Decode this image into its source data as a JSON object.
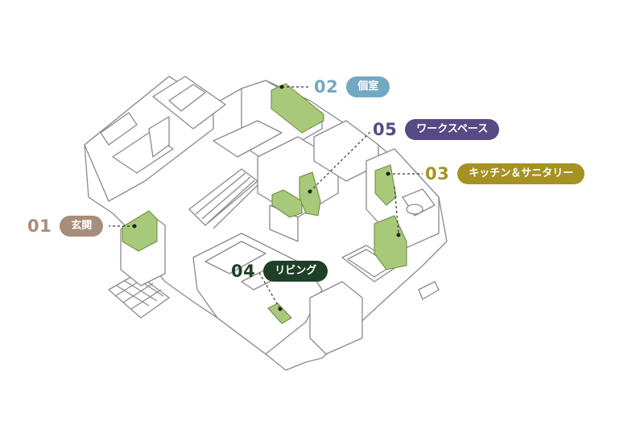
{
  "areas": [
    {
      "id": "01",
      "number": "01",
      "label": "玄関",
      "color": "#a88d7b",
      "icon": "entrance-area"
    },
    {
      "id": "02",
      "number": "02",
      "label": "個室",
      "color": "#72a9c2",
      "icon": "private-room-area"
    },
    {
      "id": "03",
      "number": "03",
      "label": "キッチン＆サニタリー",
      "color": "#a49323",
      "icon": "kitchen-sanitary-area"
    },
    {
      "id": "04",
      "number": "04",
      "label": "リビング",
      "color": "#1e4028",
      "icon": "living-area"
    },
    {
      "id": "05",
      "number": "05",
      "label": "ワークスペース",
      "color": "#574a84",
      "icon": "workspace-area"
    }
  ],
  "colors": {
    "wall_stroke": "#8a8a8a",
    "floor_fill": "#ffffff",
    "highlight_fill": "#a9c97a",
    "highlight_stroke": "#6f8f45"
  }
}
